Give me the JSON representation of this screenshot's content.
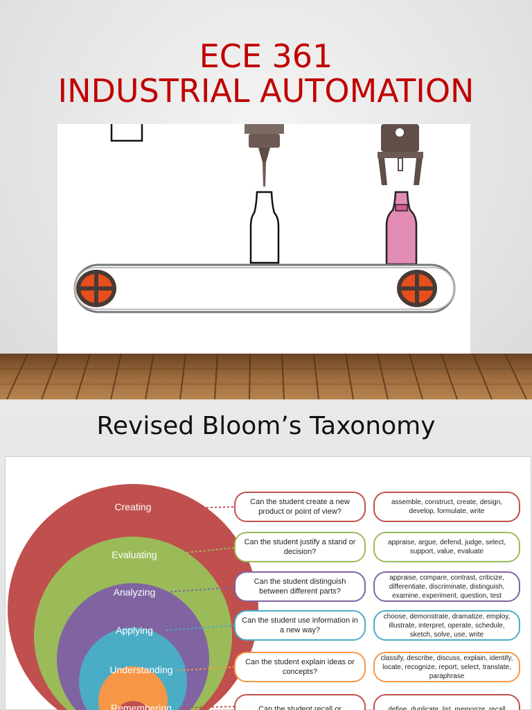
{
  "slide1": {
    "title_line1": "ECE 361",
    "title_line2": "INDUSTRIAL AUTOMATION",
    "title_color": "#c00000"
  },
  "slide2": {
    "title": "Revised Bloom’s Taxonomy",
    "levels": [
      {
        "label": "Creating",
        "color": "#c0504d",
        "question": "Can the student create a new product or point of view?",
        "verbs": "assemble, construct, create, design, develop, formulate, write"
      },
      {
        "label": "Evaluating",
        "color": "#9bbb59",
        "question": "Can the student justify a stand or decision?",
        "verbs": "appraise, argue, defend, judge, select, support, value, evaluate"
      },
      {
        "label": "Analyzing",
        "color": "#8064a2",
        "question": "Can the student distinguish between different parts?",
        "verbs": "appraise, compare, contrast, criticize, differentiate, discriminate, distinguish, examine, experiment, question, test"
      },
      {
        "label": "Applying",
        "color": "#4bacc6",
        "question": "Can the student use information in a new way?",
        "verbs": "choose, demonstrate, dramatize, employ, illustrate, interpret, operate, schedule, sketch, solve, use, write"
      },
      {
        "label": "Understanding",
        "color": "#f79646",
        "question": "Can the student explain ideas or concepts?",
        "verbs": "classify, describe, discuss, explain, identify, locate, recognize, report, select, translate, paraphrase"
      },
      {
        "label": "Remembering",
        "color": "#c0504d",
        "question": "Can the student recall or",
        "verbs": "define, duplicate, list, memorize, recall"
      }
    ]
  }
}
